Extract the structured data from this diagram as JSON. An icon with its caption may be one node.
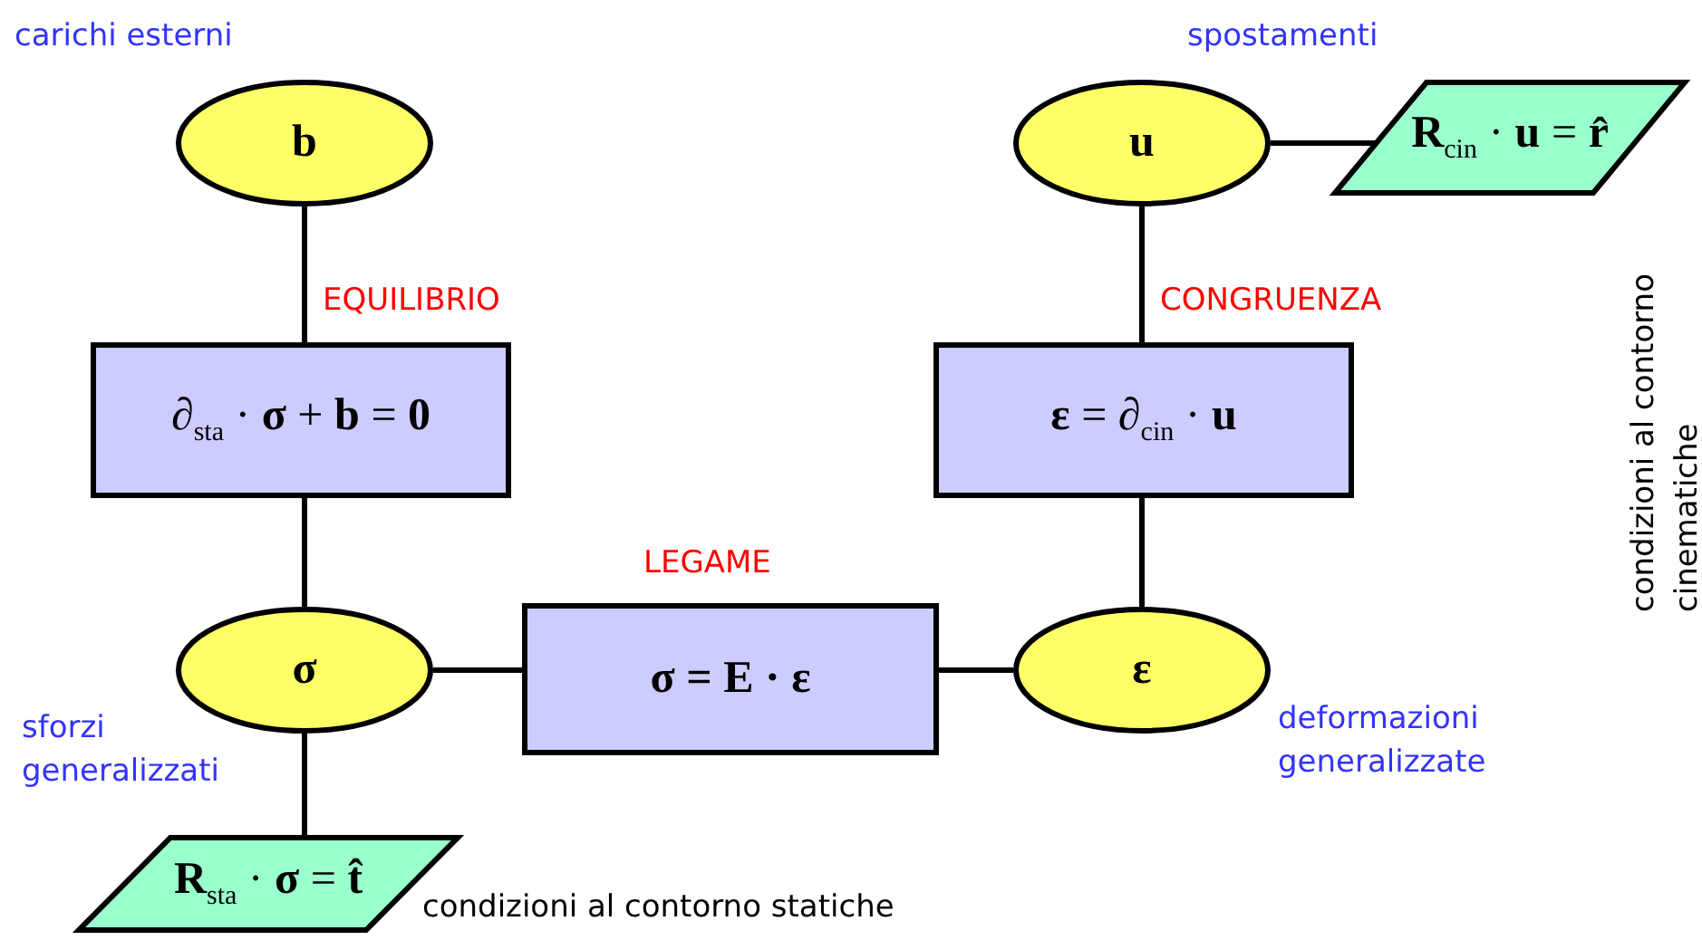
{
  "diagram": {
    "nodes": [
      {
        "text": [
          "b"
        ],
        "beside": [
          "carichi esterni"
        ]
      },
      {
        "text": [
          "∂$_{sta}$ · **σ** + **b** = **0**"
        ],
        "beside": [
          "EQUILIBRIO"
        ]
      },
      {
        "text": [
          "σ"
        ],
        "beside": [
          "sforzi generalizzati"
        ]
      },
      {
        "text": [
          "**R**$_{sta}$ · **σ** = **t̂**"
        ],
        "beside": [
          "condizioni al contorno statiche"
        ]
      },
      {
        "text": [
          "σ = E · ε"
        ],
        "beside": [
          "LEGAME"
        ]
      },
      {
        "text": [
          "ε"
        ],
        "beside": [
          "deformazioni generalizzate"
        ]
      },
      {
        "text": [
          "**ε** = ∂$_{cin}$ · **u**"
        ],
        "beside": [
          "CONGRUENZA"
        ]
      },
      {
        "text": [
          "u"
        ],
        "beside": [
          "spostamenti"
        ]
      },
      {
        "text": [
          "**R**$_{cin}$ · **u** = **r̂**"
        ],
        "beside": [
          "condizioni al contorno cinematiche"
        ]
      }
    ],
    "edges": [
      {
        "from": 0,
        "to": 1,
        "arrow": "none"
      },
      {
        "from": 1,
        "to": 2,
        "arrow": "none"
      },
      {
        "from": 2,
        "to": 3,
        "arrow": "none"
      },
      {
        "from": 2,
        "to": 4,
        "arrow": "none"
      },
      {
        "from": 4,
        "to": 5,
        "arrow": "none"
      },
      {
        "from": 5,
        "to": 6,
        "arrow": "none"
      },
      {
        "from": 6,
        "to": 7,
        "arrow": "none"
      },
      {
        "from": 7,
        "to": 8,
        "arrow": "none"
      }
    ]
  }
}
